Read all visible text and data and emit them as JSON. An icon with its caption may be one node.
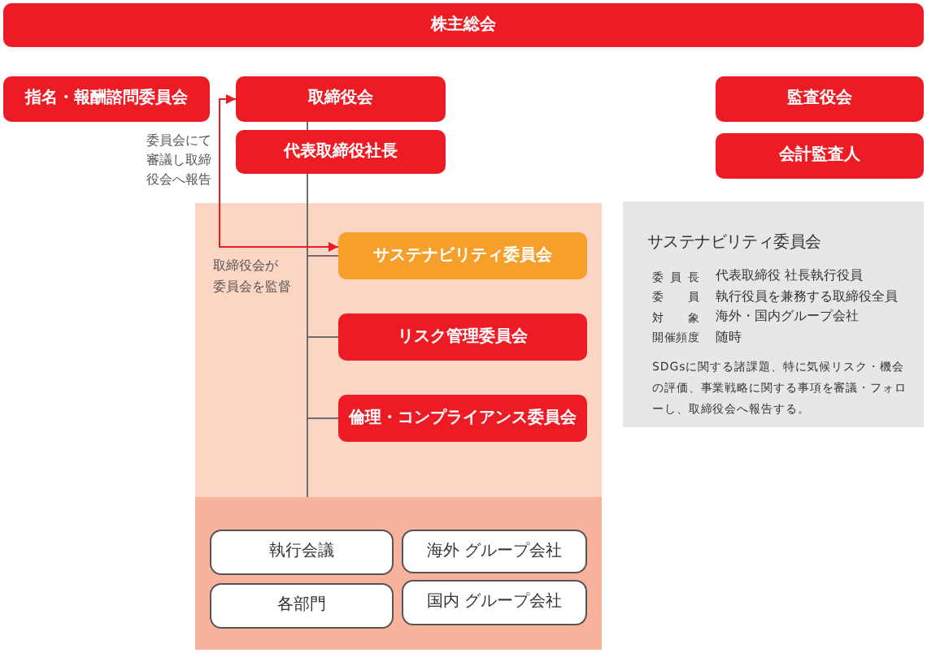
{
  "diagram": {
    "nodes": [
      {
        "text": [
          "株主総会"
        ]
      },
      {
        "text": [
          "指名・報酬諮問委員会"
        ]
      },
      {
        "text": [
          "取締役会"
        ]
      },
      {
        "text": [
          "代表取締役社長"
        ]
      },
      {
        "text": [
          "監査役会"
        ]
      },
      {
        "text": [
          "会計監査人"
        ]
      },
      {
        "text": [],
        "shape": "box"
      },
      {
        "text": [
          "サステナビリティ委員会"
        ],
        "in": 6
      },
      {
        "text": [
          "リスク管理委員会"
        ],
        "in": 6
      },
      {
        "text": [
          "倫理・コンプライアンス委員会"
        ],
        "in": 6
      },
      {
        "text": [
          "サステナビリティ委員会",
          "委員長",
          "代表取締役 社長執行役員",
          "委員",
          "執行役員を兼務する取締役全員",
          "対象",
          "海外・国内グループ会社",
          "開催頻度",
          "随時",
          "SDGsに関する諸課題、特に気候リスク・機会の評価、事業戦略に関する事項を審議・フォローし、取締役会へ報告する。"
        ]
      },
      {
        "text": [],
        "shape": "box"
      },
      {
        "text": [
          "執行会議"
        ],
        "in": 11
      },
      {
        "text": [
          "海外 グループ会社"
        ],
        "in": 11
      },
      {
        "text": [
          "各部門"
        ],
        "in": 11
      },
      {
        "text": [
          "国内 グループ会社"
        ],
        "in": 11
      }
    ],
    "edges": [
      {
        "from": 2,
        "to": 3,
        "arrow": "none"
      },
      {
        "from": 3,
        "to": 7,
        "arrow": "none"
      },
      {
        "from": 3,
        "to": 8,
        "arrow": "none"
      },
      {
        "from": 3,
        "to": 9,
        "arrow": "none"
      },
      {
        "from": 3,
        "to": 11,
        "arrow": "none"
      },
      {
        "from": 7,
        "to": 2,
        "arrow": "both",
        "label": "委員会にて審議し取締役会へ報告",
        "color": "#ed1c24"
      }
    ],
    "labels": [
      "取締役会が委員会を監督"
    ]
  }
}
